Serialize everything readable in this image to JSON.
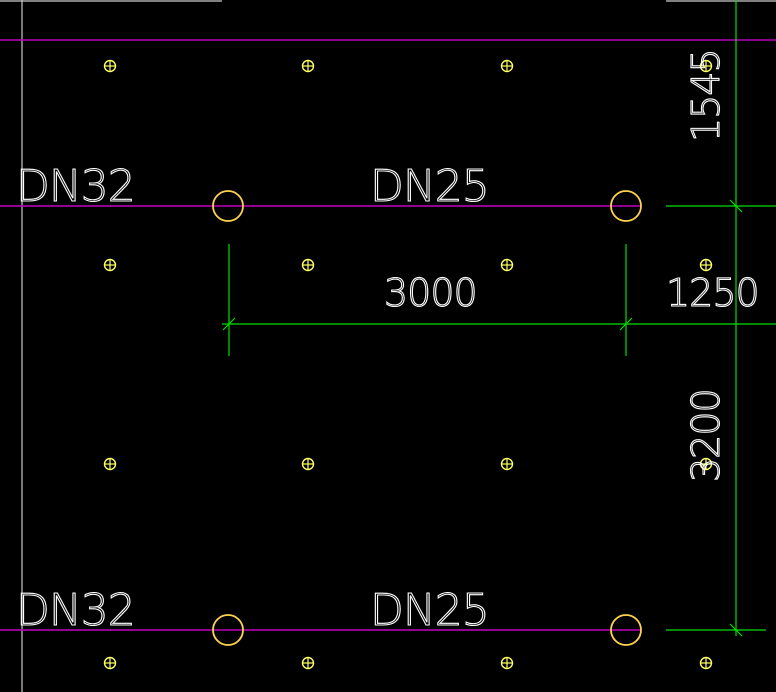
{
  "drawing": {
    "background": "#000000",
    "colors": {
      "pipe": "#c000c0",
      "dimension": "#00e000",
      "sprinkler": "#ffff66",
      "wall": "#c8c8c8",
      "border": "#ffffff"
    },
    "labels": {
      "pipe_upper_left": "DN32",
      "pipe_upper_mid": "DN25",
      "pipe_lower_left": "DN32",
      "pipe_lower_mid": "DN25"
    },
    "dimensions": {
      "horizontal_span": "3000",
      "offset_right": "1250",
      "vertical_top": "1545",
      "vertical_bottom": "3200"
    }
  }
}
